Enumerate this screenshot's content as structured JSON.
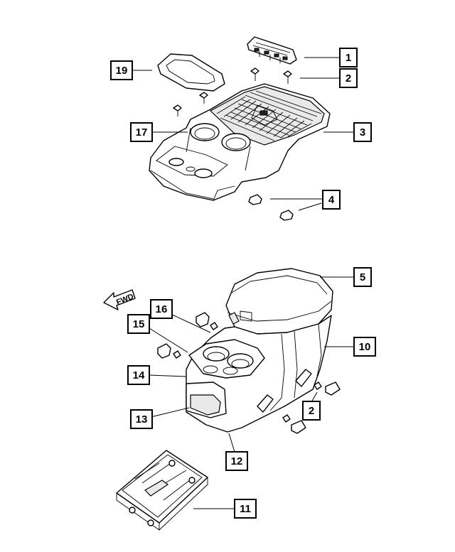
{
  "diagram": {
    "callouts": [
      {
        "id": "c1",
        "label": "1"
      },
      {
        "id": "c2a",
        "label": "2"
      },
      {
        "id": "c3",
        "label": "3"
      },
      {
        "id": "c4",
        "label": "4"
      },
      {
        "id": "c17",
        "label": "17"
      },
      {
        "id": "c19",
        "label": "19"
      },
      {
        "id": "c5",
        "label": "5"
      },
      {
        "id": "c10",
        "label": "10"
      },
      {
        "id": "c16",
        "label": "16"
      },
      {
        "id": "c15",
        "label": "15"
      },
      {
        "id": "c14",
        "label": "14"
      },
      {
        "id": "c13",
        "label": "13"
      },
      {
        "id": "c2b",
        "label": "2"
      },
      {
        "id": "c12",
        "label": "12"
      },
      {
        "id": "c11",
        "label": "11"
      }
    ],
    "direction_arrow": {
      "label": "FWD"
    }
  }
}
